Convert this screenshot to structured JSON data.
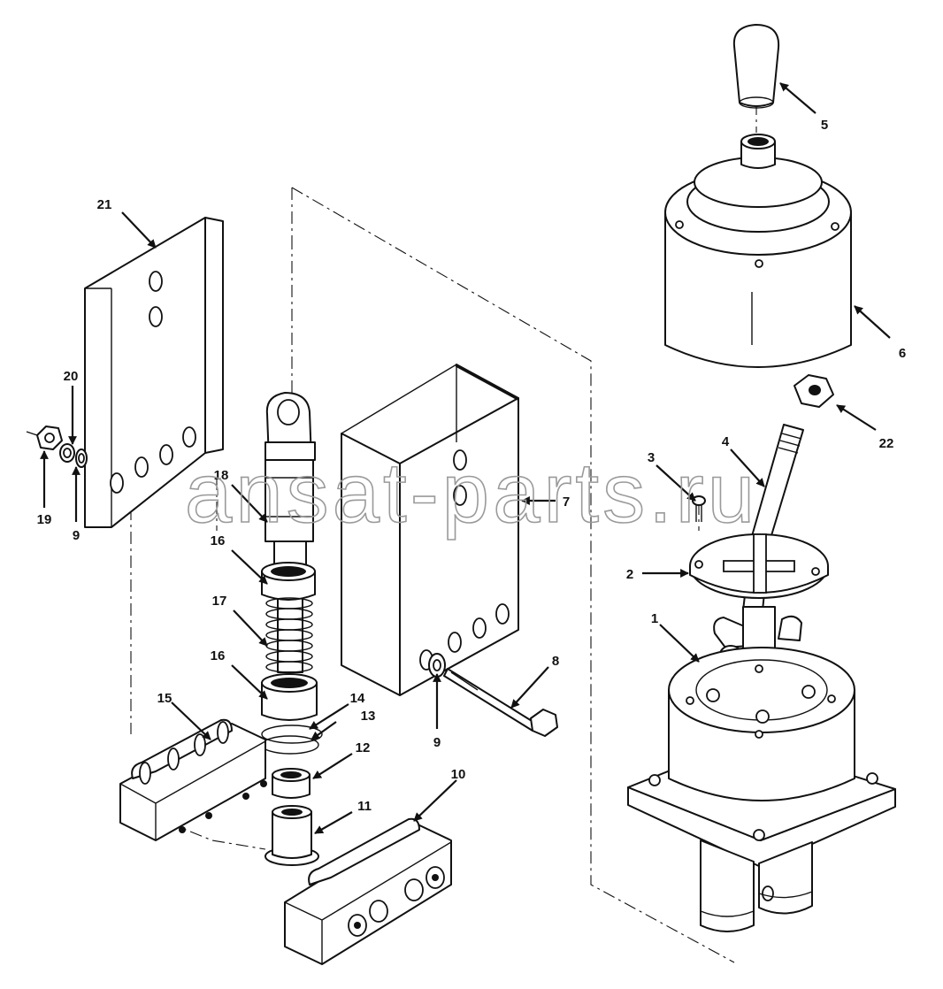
{
  "watermark": "ansat-parts.ru",
  "callouts": [
    {
      "id": "c1",
      "label": "1"
    },
    {
      "id": "c2",
      "label": "2"
    },
    {
      "id": "c3",
      "label": "3"
    },
    {
      "id": "c4",
      "label": "4"
    },
    {
      "id": "c5",
      "label": "5"
    },
    {
      "id": "c6",
      "label": "6"
    },
    {
      "id": "c7",
      "label": "7"
    },
    {
      "id": "c8",
      "label": "8"
    },
    {
      "id": "c9a",
      "label": "9"
    },
    {
      "id": "c9b",
      "label": "9"
    },
    {
      "id": "c10",
      "label": "10"
    },
    {
      "id": "c11",
      "label": "11"
    },
    {
      "id": "c12",
      "label": "12"
    },
    {
      "id": "c13",
      "label": "13"
    },
    {
      "id": "c14",
      "label": "14"
    },
    {
      "id": "c15",
      "label": "15"
    },
    {
      "id": "c16a",
      "label": "16"
    },
    {
      "id": "c16b",
      "label": "16"
    },
    {
      "id": "c17",
      "label": "17"
    },
    {
      "id": "c18",
      "label": "18"
    },
    {
      "id": "c19",
      "label": "19"
    },
    {
      "id": "c20",
      "label": "20"
    },
    {
      "id": "c21",
      "label": "21"
    },
    {
      "id": "c22",
      "label": "22"
    }
  ],
  "colors": {
    "line": "#111111",
    "watermark": "#9a9a9a",
    "background": "#ffffff"
  }
}
